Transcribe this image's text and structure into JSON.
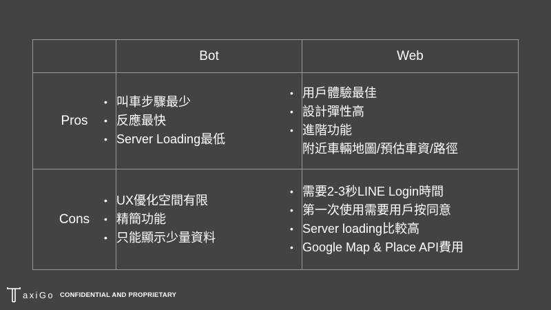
{
  "table": {
    "header": {
      "corner": "",
      "bot": "Bot",
      "web": "Web"
    },
    "pros": {
      "label": "Pros",
      "bot": [
        "叫車步驟最少",
        "反應最快",
        "Server Loading最低"
      ],
      "web": [
        "用戶體驗最佳",
        "設計彈性高",
        "進階功能",
        "附近車輛地圖/預估車資/路徑"
      ]
    },
    "cons": {
      "label": "Cons",
      "bot": [
        "UX優化空間有限",
        "精簡功能",
        "只能顯示少量資料"
      ],
      "web": [
        "需要2-3秒LINE Login時間",
        "第一次使用需要用戶按同意",
        "Server loading比較高",
        "Google Map & Place API費用"
      ]
    }
  },
  "footer": {
    "logo_text": "axiGo",
    "confidential": "CONFIDENTIAL AND PROPRIETARY"
  },
  "icons": {
    "bullet": "•",
    "logo": "taxigo-logo-icon"
  },
  "colors": {
    "background": "#434343",
    "border": "#9a9a9a",
    "text": "#ffffff"
  }
}
